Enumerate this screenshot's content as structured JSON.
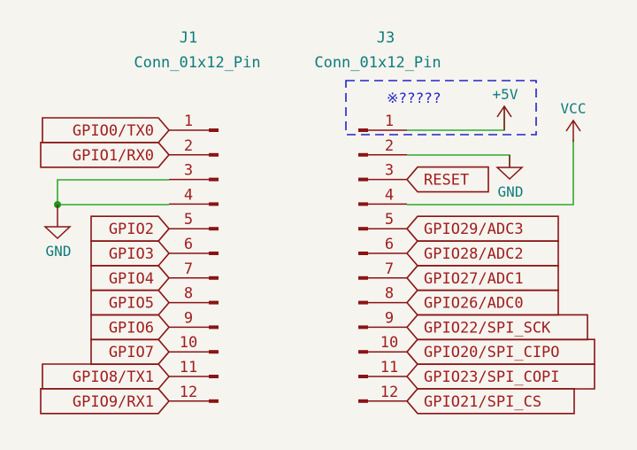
{
  "colors": {
    "background": "#f5f4ef",
    "pin": "#8a1414",
    "text_red": "#a11d1d",
    "wire": "#2eaa2e",
    "ref_text": "#0e7c7b",
    "dnp_box": "#2323c8"
  },
  "j1": {
    "ref": "J1",
    "value": "Conn_01x12_Pin",
    "pins": [
      {
        "num": "1",
        "label": "GPIO0/TX0"
      },
      {
        "num": "2",
        "label": "GPIO1/RX0"
      },
      {
        "num": "3",
        "label": ""
      },
      {
        "num": "4",
        "label": ""
      },
      {
        "num": "5",
        "label": "GPIO2"
      },
      {
        "num": "6",
        "label": "GPIO3"
      },
      {
        "num": "7",
        "label": "GPIO4"
      },
      {
        "num": "8",
        "label": "GPIO5"
      },
      {
        "num": "9",
        "label": "GPIO6"
      },
      {
        "num": "10",
        "label": "GPIO7"
      },
      {
        "num": "11",
        "label": "GPIO8/TX1"
      },
      {
        "num": "12",
        "label": "GPIO9/RX1"
      }
    ],
    "gnd_label": "GND"
  },
  "j3": {
    "ref": "J3",
    "value": "Conn_01x12_Pin",
    "pins": [
      {
        "num": "1",
        "label": ""
      },
      {
        "num": "2",
        "label": ""
      },
      {
        "num": "3",
        "label": "RESET"
      },
      {
        "num": "4",
        "label": ""
      },
      {
        "num": "5",
        "label": "GPIO29/ADC3"
      },
      {
        "num": "6",
        "label": "GPIO28/ADC2"
      },
      {
        "num": "7",
        "label": "GPIO27/ADC1"
      },
      {
        "num": "8",
        "label": "GPIO26/ADC0"
      },
      {
        "num": "9",
        "label": "GPIO22/SPI_SCK"
      },
      {
        "num": "10",
        "label": "GPIO20/SPI_CIPO"
      },
      {
        "num": "11",
        "label": "GPIO23/SPI_COPI"
      },
      {
        "num": "12",
        "label": "GPIO21/SPI_CS"
      }
    ],
    "dnp_ref": "※?????",
    "plus5v_label": "+5V",
    "gnd_label": "GND",
    "vcc_label": "VCC"
  }
}
